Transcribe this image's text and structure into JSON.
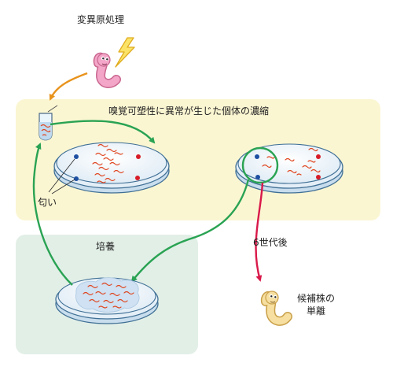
{
  "labels": {
    "mutagenesis": "変異原処理",
    "enrichment": "嗅覚可塑性に異常が生じた個体の濃縮",
    "odor": "匂い",
    "culture": "培養",
    "generations": "6世代後",
    "isolation_line1": "候補株の",
    "isolation_line2": "単離"
  },
  "colors": {
    "enrichment_panel": "#fbf6d2",
    "culture_panel": "#e2efe7",
    "green_arrow": "#2aa353",
    "orange_arrow": "#e8931c",
    "red_arrow": "#d9194a",
    "worm_in_dish": "#e0441e",
    "odor_dot_blue": "#1d4fa2",
    "odor_dot_red": "#d71d28",
    "worm_pink": "#f3a6c8",
    "worm_cream": "#f6dfa0",
    "lightning": "#f7d23a"
  }
}
